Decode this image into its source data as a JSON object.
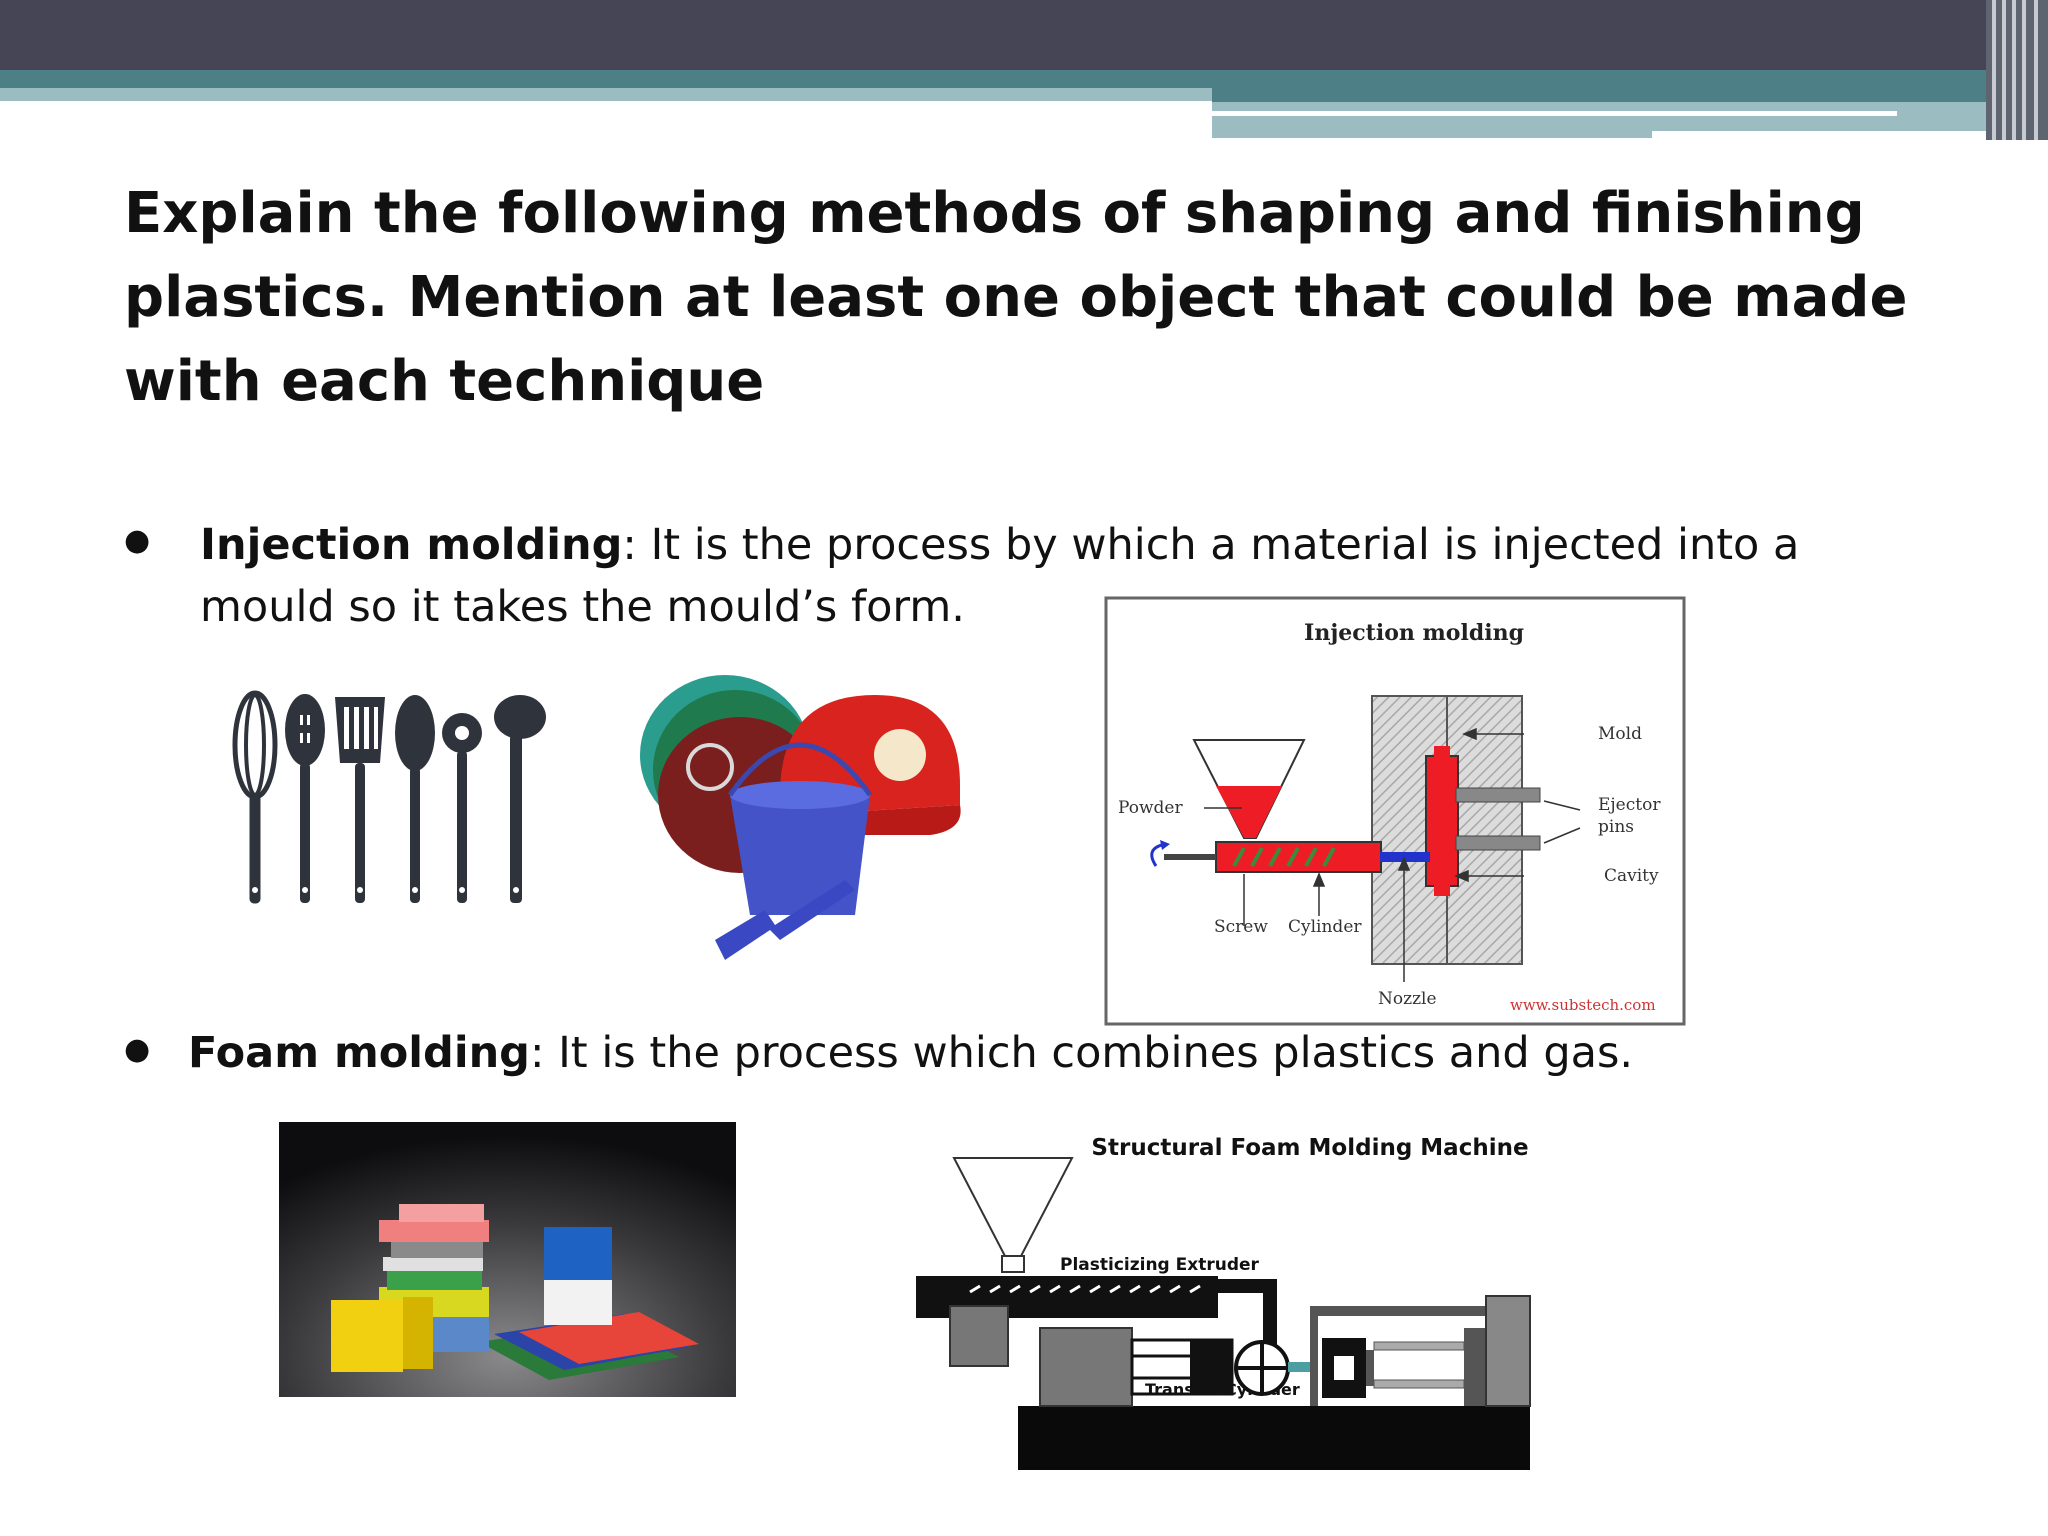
{
  "title": "Explain the following methods of shaping and finishing plastics. Mention at least one object that could be made with each technique",
  "bullets": [
    {
      "term": "Injection molding",
      "separator": ":  ",
      "text": "It is the process by which a material is injected into a mould so it takes the mould’s form."
    },
    {
      "term": "Foam molding",
      "separator": ": ",
      "text": "It is the process which combines plastics and gas."
    }
  ],
  "injection_diagram": {
    "title": "Injection molding",
    "labels": {
      "mold": "Mold",
      "powder": "Powder",
      "ejector": "Ejector",
      "pins": "pins",
      "cavity": "Cavity",
      "screw": "Screw",
      "cylinder": "Cylinder",
      "nozzle": "Nozzle"
    },
    "watermark": "www.substech.com"
  },
  "foam_diagram": {
    "title": "Structural Foam Molding Machine",
    "labels": {
      "extruder": "Plasticizing Extruder",
      "transfer": "Transfer Cylinder"
    }
  },
  "colors": {
    "header_dark": "#454556",
    "header_teal": "#4c8086",
    "header_light": "#9bbdc1",
    "diagram_red": "#ee1c24"
  }
}
